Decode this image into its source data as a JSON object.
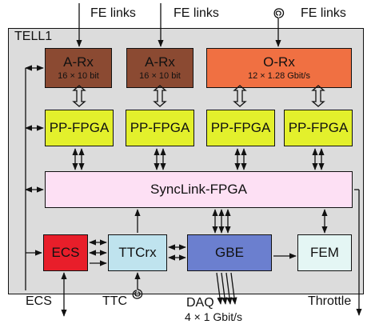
{
  "title": "TELL1",
  "inputs": {
    "fe_links_1": "FE links",
    "fe_links_2": "FE links",
    "fe_links_3": "FE links"
  },
  "receivers": [
    {
      "name": "A-Rx",
      "spec": "16 × 10 bit"
    },
    {
      "name": "A-Rx",
      "spec": "16 × 10 bit"
    },
    {
      "name": "O-Rx",
      "spec": "12 × 1.28 Gbit/s"
    }
  ],
  "pp_fpgas": [
    "PP-FPGA",
    "PP-FPGA",
    "PP-FPGA",
    "PP-FPGA"
  ],
  "synclink": "SyncLink-FPGA",
  "bottom_blocks": {
    "ecs": "ECS",
    "ttcrx": "TTCrx",
    "gbe": "GBE",
    "fem": "FEM"
  },
  "outputs": {
    "ecs": "ECS",
    "ttc": "TTC",
    "daq": "DAQ",
    "daq_spec": "4 × 1 Gbit/s",
    "throttle": "Throttle"
  },
  "colors": {
    "arx": "#8b4a32",
    "orx": "#f07042",
    "pp_fpga": "#e3f02c",
    "synclink": "#fde0f4",
    "ecs": "#e81e2a",
    "ttcrx": "#bfe3ee",
    "gbe": "#6b7fcf",
    "fem": "#e4f6f4",
    "frame": "#dcdcdc"
  }
}
